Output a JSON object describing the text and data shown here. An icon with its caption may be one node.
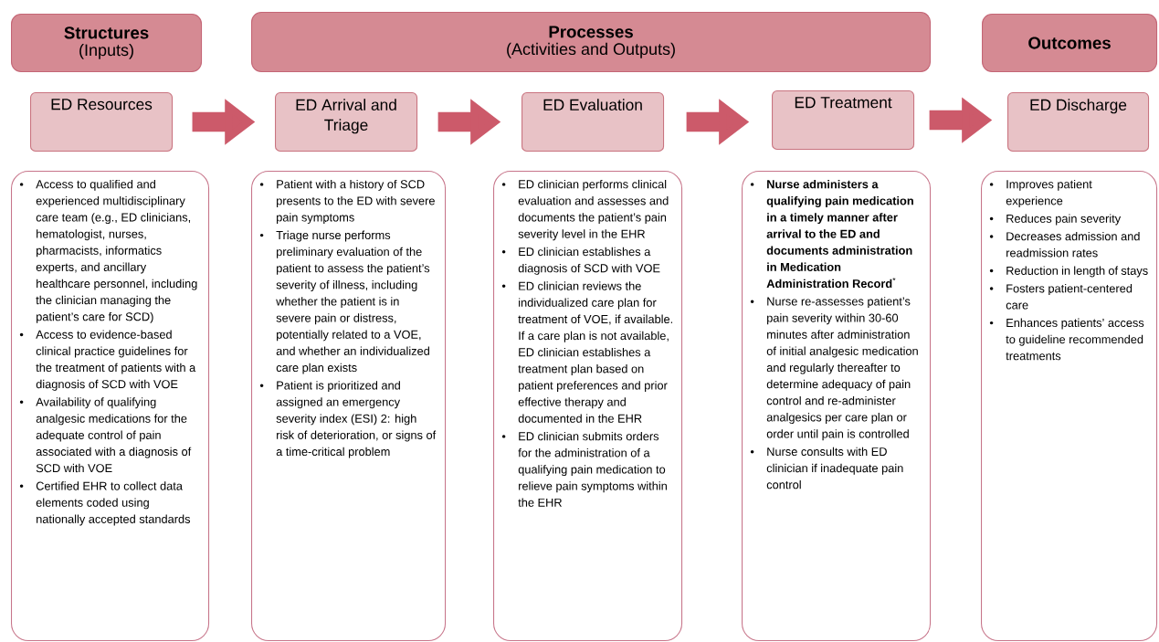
{
  "diagram": {
    "nodes": [
      {
        "text": [
          "Structures",
          "(Inputs)"
        ]
      },
      {
        "text": [
          "Processes",
          "(Activities and Outputs)"
        ]
      },
      {
        "text": [
          "Outcomes"
        ]
      },
      {
        "text": [
          "ED Resources"
        ]
      },
      {
        "text": [
          "ED Arrival and Triage"
        ]
      },
      {
        "text": [
          "ED Evaluation"
        ]
      },
      {
        "text": [
          "ED Treatment"
        ]
      },
      {
        "text": [
          "ED Discharge"
        ]
      },
      {
        "text": [
          "Access to qualified and experienced multidisciplinary care team (e.g.,  ED clinicians, hematologist, nurses, pharmacists, informatics experts, and ancillary healthcare personnel, including the clinician managing the patient’s care for SCD)",
          "Access to evidence-based clinical practice guidelines for the treatment of patients with a diagnosis of SCD with VOE",
          "Availability of qualifying analgesic medications for the adequate control of pain associated with a diagnosis of SCD with VOE",
          "Certified EHR to collect data elements coded using nationally accepted standards"
        ]
      },
      {
        "text": [
          "Patient with a history of SCD presents to the ED with severe pain symptoms",
          "Triage nurse performs preliminary evaluation of the patient to assess the patient’s severity of illness, including whether the patient is in severe pain or distress, potentially related to a VOE, and whether an individualized care plan exists",
          "Patient is prioritized and assigned an emergency severity index (ESI) 2: high risk of deterioration, or signs of a time-critical problem"
        ]
      },
      {
        "text": [
          "ED clinician performs clinical evaluation and assesses and documents the patient’s pain severity level in the EHR",
          "ED clinician establishes a diagnosis of SCD with VOE",
          "ED clinician reviews the individualized care plan for treatment of VOE, if available.  If a care plan is not available, ED clinician establishes a treatment plan based on patient preferences and prior effective therapy and documented in the EHR",
          "ED clinician submits orders for the administration of a qualifying pain medication to relieve pain symptoms within the EHR"
        ]
      },
      {
        "text": [
          "**Nurse administers a qualifying pain medication in a timely manner after arrival to the ED and documents administration in Medication Administration Record**$^{*}$",
          "Nurse re-assesses patient’s pain severity within 30-60 minutes after administration of initial analgesic medication and regularly thereafter to determine adequacy of pain control and re-administer analgesics per care plan or order until pain is controlled",
          "Nurse consults with ED clinician if inadequate pain control"
        ]
      },
      {
        "text": [
          "Improves patient experience",
          "Reduces pain severity",
          "Decreases admission and readmission rates",
          "Reduction in length of stays",
          "Fosters patient-centered care",
          "Enhances patients’ access to guideline recommended treatments"
        ]
      }
    ],
    "edges": [
      {
        "from": 3,
        "to": 4,
        "arrow": "to"
      },
      {
        "from": 4,
        "to": 5,
        "arrow": "to"
      },
      {
        "from": 5,
        "to": 6,
        "arrow": "to"
      },
      {
        "from": 6,
        "to": 7,
        "arrow": "to"
      }
    ]
  }
}
